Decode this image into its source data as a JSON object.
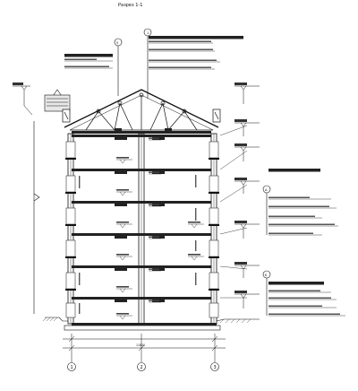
{
  "title": "Разрез 1-1",
  "dimension": "11820",
  "axes": [
    "1",
    "2",
    "3"
  ],
  "callouts": [
    "5",
    "1",
    "А",
    "Б"
  ],
  "colors": {
    "ink": "#111111",
    "fill": "#222222"
  }
}
